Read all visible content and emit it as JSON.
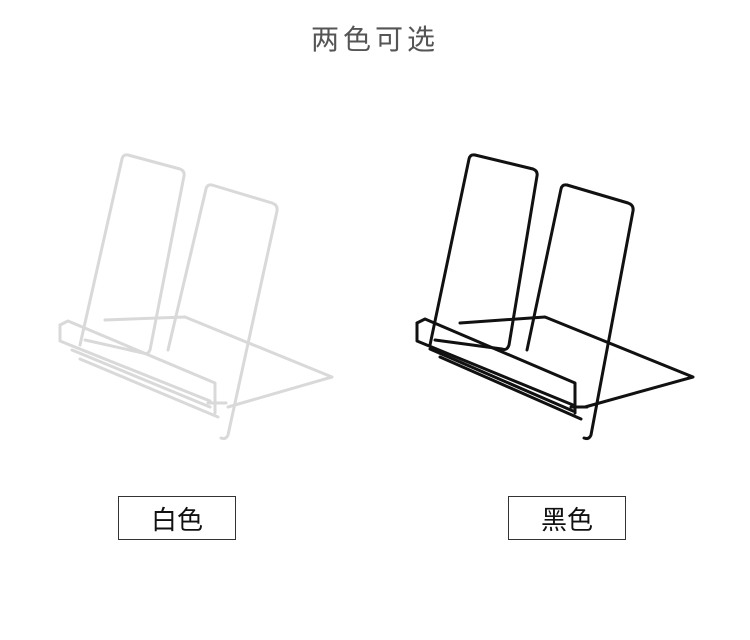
{
  "title": "两色可选",
  "options": [
    {
      "label": "白色",
      "color": "#e6e6e6",
      "icon": "white-wire-stand"
    },
    {
      "label": "黑色",
      "color": "#111111",
      "icon": "black-wire-stand"
    }
  ]
}
